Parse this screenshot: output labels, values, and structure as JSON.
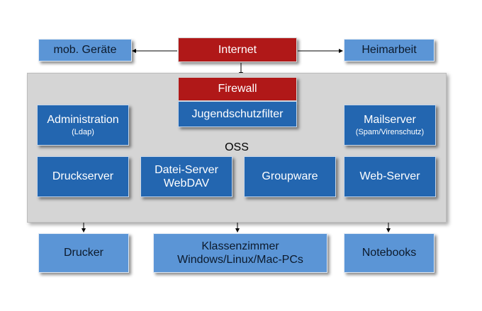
{
  "diagram": {
    "nodes": {
      "mobile_devices": "mob. Geräte",
      "internet": "Internet",
      "home_office": "Heimarbeit",
      "firewall": "Firewall",
      "youth_filter": "Jugendschutzfilter",
      "oss": "OSS",
      "administration": {
        "title": "Administration",
        "subtitle": "(Ldap)"
      },
      "mailserver": {
        "title": "Mailserver",
        "subtitle": "(Spam/Virenschutz)"
      },
      "printserver": "Druckserver",
      "fileserver": {
        "line1": "Datei-Server",
        "line2": "WebDAV"
      },
      "groupware": "Groupware",
      "webserver": "Web-Server",
      "printer": "Drucker",
      "classrooms": {
        "line1": "Klassenzimmer",
        "line2": "Windows/Linux/Mac-PCs"
      },
      "notebooks": "Notebooks"
    },
    "colors": {
      "light_box": "#5b95d6",
      "dark_box": "#2366b0",
      "red_box": "#b01818",
      "oss_panel": "#d5d5d5"
    }
  }
}
